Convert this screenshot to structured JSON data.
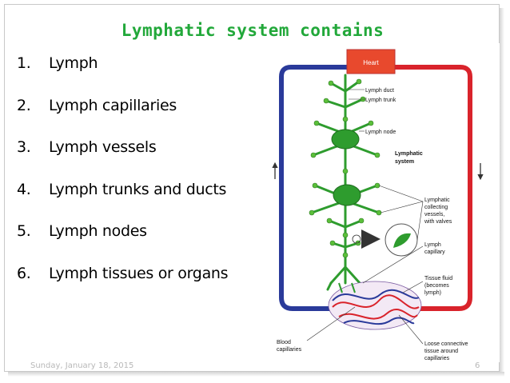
{
  "slide": {
    "title": "Lymphatic system contains",
    "items": [
      {
        "number": "1.",
        "text": "Lymph"
      },
      {
        "number": "2.",
        "text": "Lymph capillaries"
      },
      {
        "number": "3.",
        "text": "Lymph vessels"
      },
      {
        "number": "4.",
        "text": "Lymph trunks and ducts"
      },
      {
        "number": "5.",
        "text": "Lymph nodes"
      },
      {
        "number": "6.",
        "text": "Lymph tissues or organs"
      }
    ],
    "footer_date": "Sunday, January 18, 2015",
    "page_number": "6"
  },
  "diagram": {
    "heart": "Heart",
    "lymph_duct": "Lymph duct",
    "lymph_trunk": "Lymph trunk",
    "lymph_node": "Lymph node",
    "system_line1": "Lymphatic",
    "system_line2": "system",
    "collecting_line1": "Lymphatic",
    "collecting_line2": "collecting",
    "collecting_line3": "vessels,",
    "collecting_line4": "with valves",
    "capillary_line1": "Lymph",
    "capillary_line2": "capillary",
    "tissue_line1": "Tissue fluid",
    "tissue_line2": "(becomes",
    "tissue_line3": "lymph)",
    "blood_line1": "Blood",
    "blood_line2": "capillaries",
    "loose_line1": "Loose connective",
    "loose_line2": "tissue around",
    "loose_line3": "capillaries",
    "colors": {
      "artery_red": "#d9232b",
      "vein_blue": "#2a3a9a",
      "lymph_green": "#2e9c2e",
      "heart_orange": "#e8492d",
      "title_green": "#22a83a"
    }
  }
}
